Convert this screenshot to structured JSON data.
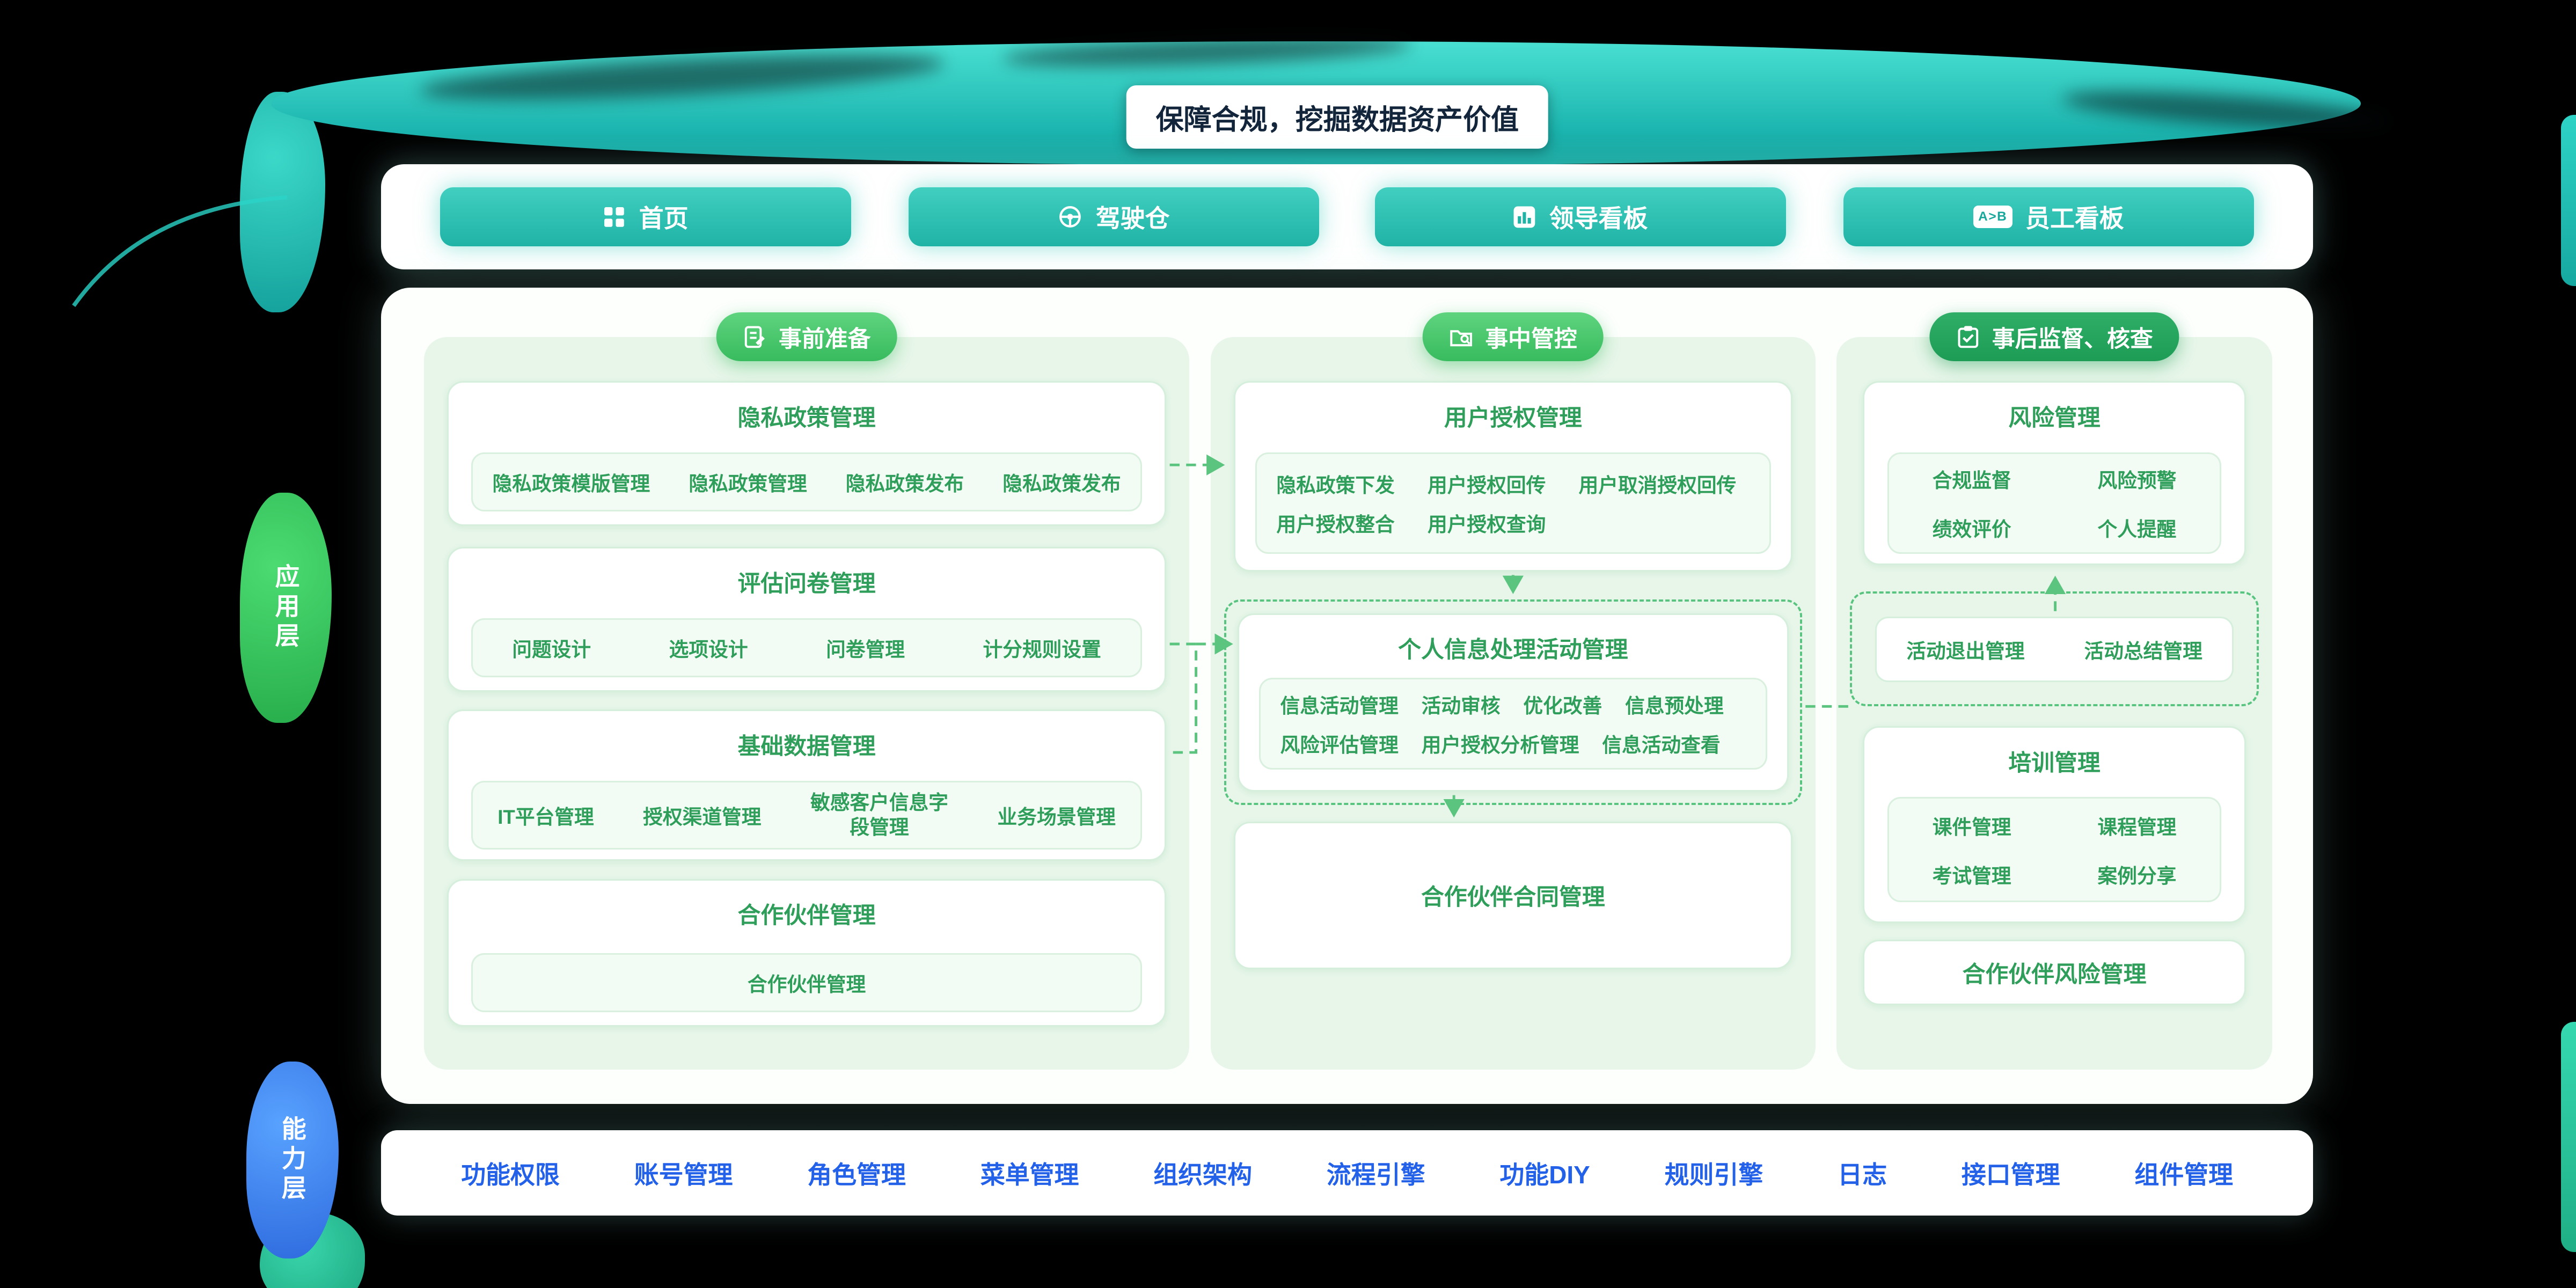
{
  "banner": {
    "title": "保障合规，挖掘数据资产价值"
  },
  "nav": {
    "items": [
      {
        "label": "首页",
        "icon": "grid-icon"
      },
      {
        "label": "驾驶仓",
        "icon": "steering-wheel-icon"
      },
      {
        "label": "领导看板",
        "icon": "bar-chart-icon"
      },
      {
        "label": "员工看板",
        "icon": "ab-board-icon",
        "badge": "A>B"
      }
    ]
  },
  "layers": {
    "application": "应用层",
    "capability": "能力层"
  },
  "col1": {
    "badge": "事前准备",
    "card1": {
      "title": "隐私政策管理",
      "items": [
        "隐私政策模版管理",
        "隐私政策管理",
        "隐私政策发布",
        "隐私政策发布"
      ]
    },
    "card2": {
      "title": "评估问卷管理",
      "items": [
        "问题设计",
        "选项设计",
        "问卷管理",
        "计分规则设置"
      ]
    },
    "card3": {
      "title": "基础数据管理",
      "items": [
        "IT平台管理",
        "授权渠道管理",
        "敏感客户信息字段管理",
        "业务场景管理"
      ]
    },
    "card4": {
      "title": "合作伙伴管理",
      "inner": "合作伙伴管理"
    }
  },
  "col2": {
    "badge": "事中管控",
    "card1": {
      "title": "用户授权管理",
      "row1": [
        "隐私政策下发",
        "用户授权回传",
        "用户取消授权回传"
      ],
      "row2": [
        "用户授权整合",
        "用户授权查询"
      ]
    },
    "card2": {
      "title": "个人信息处理活动管理",
      "row1": [
        "信息活动管理",
        "活动审核",
        "优化改善",
        "信息预处理"
      ],
      "row2": [
        "风险评估管理",
        "用户授权分析管理",
        "信息活动查看"
      ]
    },
    "card3": {
      "title": "合作伙伴合同管理"
    }
  },
  "col3": {
    "badge": "事后监督、核查",
    "card1": {
      "title": "风险管理",
      "items": [
        "合规监督",
        "风险预警",
        "绩效评价",
        "个人提醒"
      ]
    },
    "dashed": {
      "items": [
        "活动退出管理",
        "活动总结管理"
      ]
    },
    "card2": {
      "title": "培训管理",
      "items": [
        "课件管理",
        "课程管理",
        "考试管理",
        "案例分享"
      ]
    },
    "card3": {
      "title": "合作伙伴风险管理"
    }
  },
  "footer": {
    "items": [
      "功能权限",
      "账号管理",
      "角色管理",
      "菜单管理",
      "组织架构",
      "流程引擎",
      "功能DIY",
      "规则引擎",
      "日志",
      "接口管理",
      "组件管理"
    ]
  },
  "colors": {
    "teal": "#21b4a7",
    "badge_green": "#38bb5e",
    "badge_deep_green": "#1d9c55",
    "item_green": "#2f9e5a",
    "footer_blue": "#2361e8",
    "dashed_green": "#5bc47f"
  }
}
